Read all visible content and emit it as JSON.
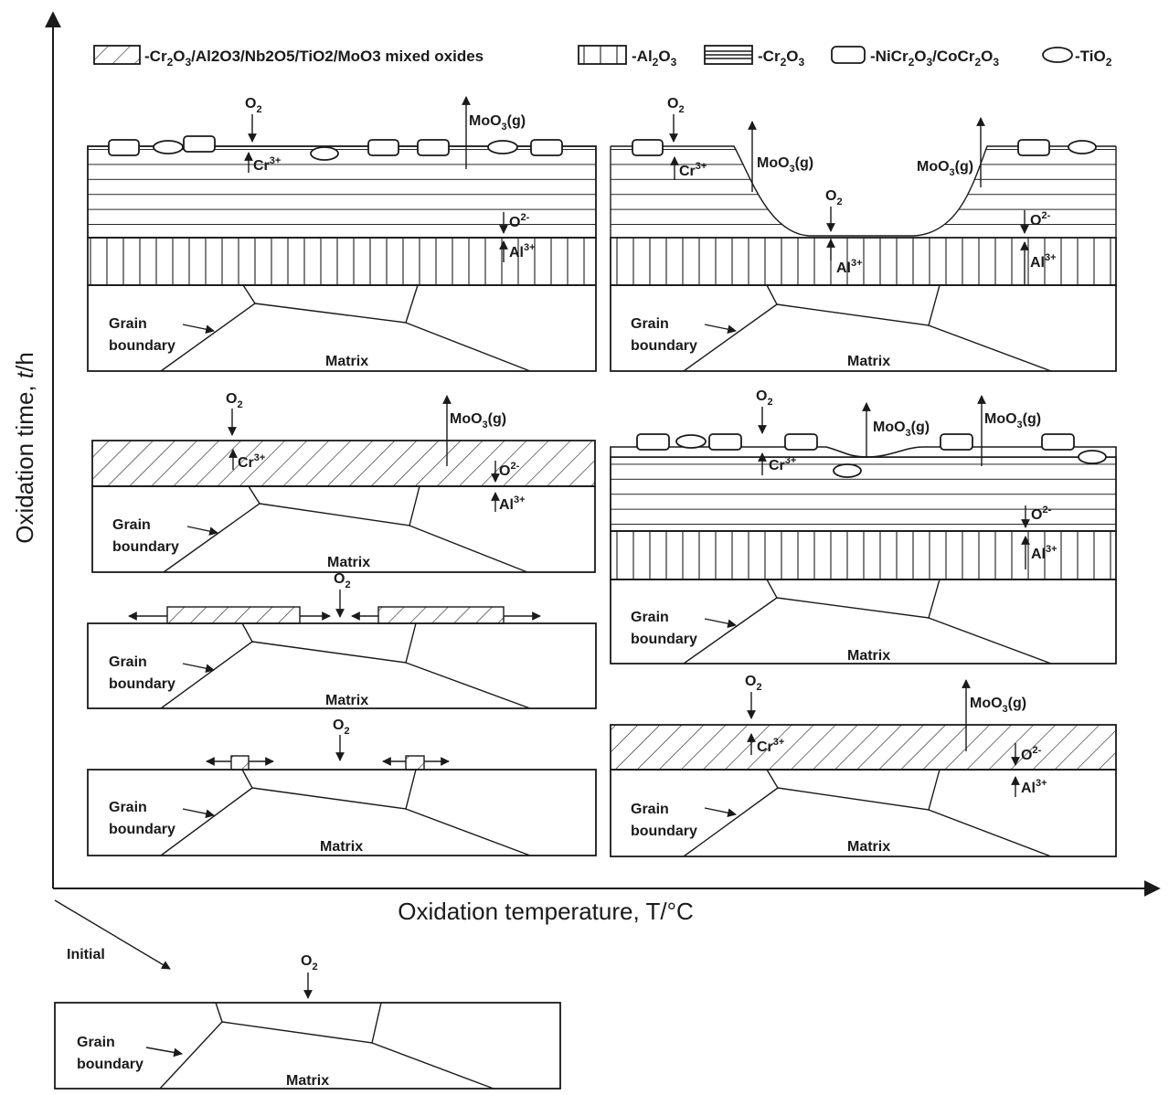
{
  "legend": {
    "mixed": {
      "pre": "-Cr",
      "s1": "2",
      "m1": "O",
      "s2": "3",
      "post": "/Al2O3/Nb2O5/TiO2/MoO3 mixed oxides"
    },
    "alumina": {
      "pre": "-Al",
      "s1": "2",
      "m1": "O",
      "s2": "3"
    },
    "chromia": {
      "pre": "-Cr",
      "s1": "2",
      "m1": "O",
      "s2": "3"
    },
    "spinel": {
      "pre": "-NiCr",
      "s1": "2",
      "m1": "O",
      "s2": "3",
      "m2": "/CoCr",
      "s3": "2",
      "m3": "O",
      "s4": "3"
    },
    "titania": {
      "pre": "-TiO",
      "s1": "2"
    }
  },
  "axes": {
    "y_label_pre": "Oxidation time, ",
    "y_label_var": "t",
    "y_label_unit": "/h",
    "x_label": "Oxidation temperature, T/°C"
  },
  "labels": {
    "initial": "Initial",
    "grain1": "Grain",
    "grain2": "boundary",
    "matrix": "Matrix",
    "o2_base": "O",
    "o2_sub": "2",
    "moo3_base": "MoO",
    "moo3_sub": "3",
    "moo3_post": "(g)",
    "cr_base": "Cr",
    "cr_sup": "3+",
    "al_base": "Al",
    "al_sup": "3+",
    "o_base": "O",
    "o_sup": "2-"
  },
  "colors": {
    "line": "#1a1a1a",
    "background": "#ffffff"
  }
}
